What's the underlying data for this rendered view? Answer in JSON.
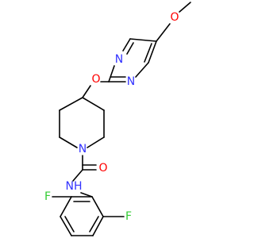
{
  "colors": {
    "bond": "#000000",
    "nitrogen": "#3333ff",
    "oxygen": "#ff0000",
    "fluorine": "#33cc33",
    "background": "#ffffff"
  },
  "atoms": {
    "methoxy_o": "O",
    "pyrimidine_n_upper": "N",
    "pyrimidine_n_lower": "N",
    "ether_o": "O",
    "piperidine_n": "N",
    "carbonyl_o": "O",
    "amide_nh": "NH",
    "fluorine_left": "F",
    "fluorine_right": "F"
  }
}
